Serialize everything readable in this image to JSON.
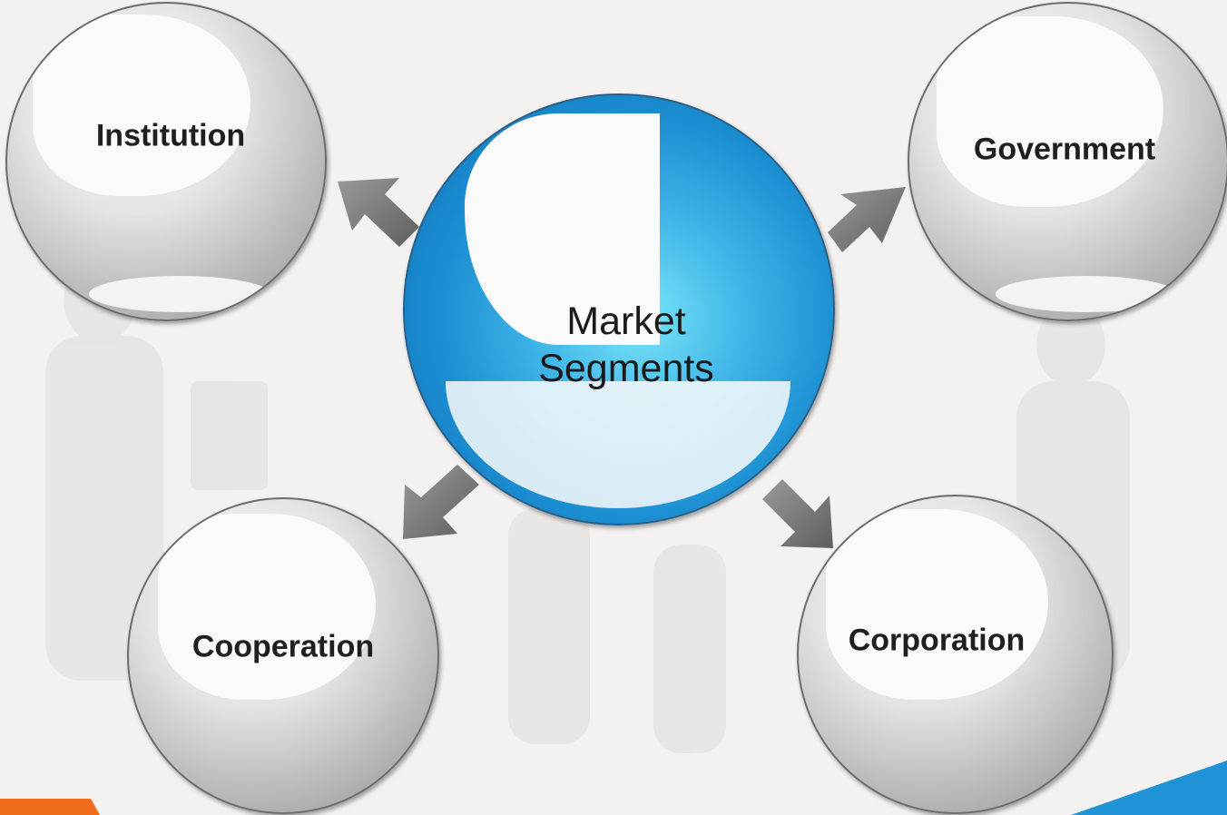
{
  "diagram": {
    "center": {
      "label_line1": "Market",
      "label_line2": "Segments"
    },
    "nodes": [
      {
        "id": "institution",
        "label": "Institution"
      },
      {
        "id": "government",
        "label": "Government"
      },
      {
        "id": "cooperation",
        "label": "Cooperation"
      },
      {
        "id": "corporation",
        "label": "Corporation"
      }
    ]
  },
  "colors": {
    "center_sphere": "#1b8ed2",
    "node_sphere": "#c4c4c4",
    "arrow": "#6e6e6e",
    "accent_orange": "#ef6c1a",
    "accent_blue": "#1f93d6"
  }
}
